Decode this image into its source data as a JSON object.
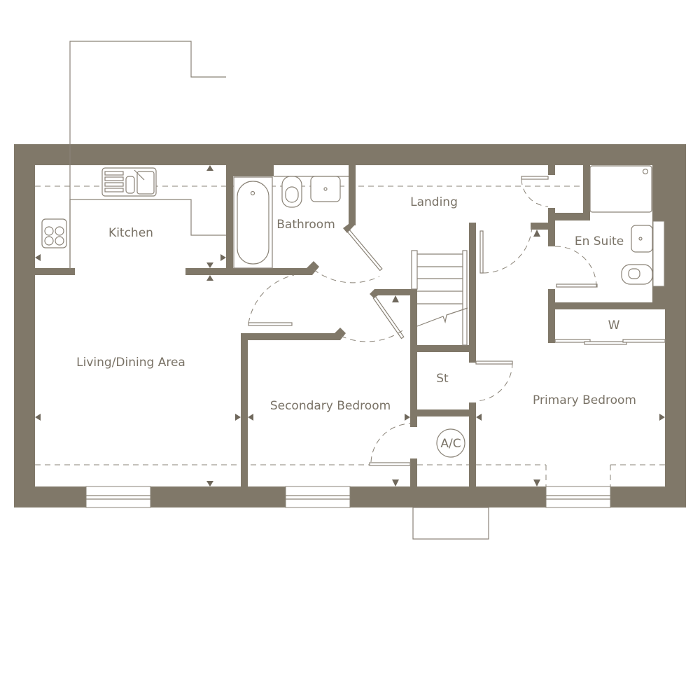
{
  "plan": {
    "wall_color": "#807869",
    "rooms": {
      "kitchen": "Kitchen",
      "bathroom": "Bathroom",
      "landing": "Landing",
      "en_suite": "En Suite",
      "wardrobe": "W",
      "living_dining": "Living/Dining Area",
      "secondary_bedroom": "Secondary Bedroom",
      "store": "St",
      "primary_bedroom": "Primary Bedroom",
      "airing_cupboard": "A/C"
    }
  }
}
